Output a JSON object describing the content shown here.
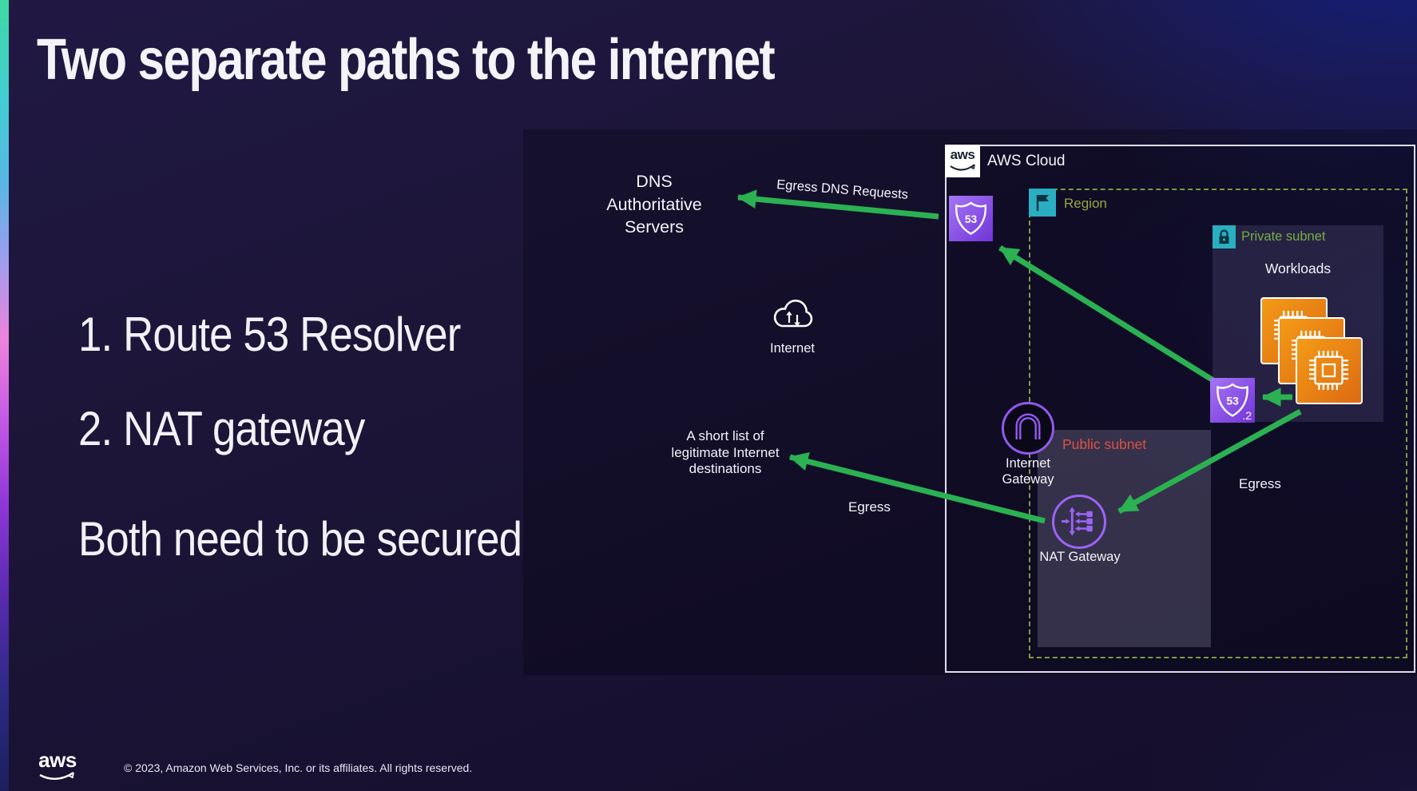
{
  "slide": {
    "title": "Two separate paths to the internet",
    "bullet_1": "1. Route 53 Resolver",
    "bullet_2": "2. NAT gateway",
    "statement": "Both need to be secured",
    "footer_logo_text": "aws",
    "footer_copyright": "© 2023, Amazon Web Services, Inc. or its affiliates. All rights reserved."
  },
  "diagram": {
    "aws_cloud": {
      "logo_text": "aws",
      "label": "AWS Cloud"
    },
    "region": {
      "label": "Region"
    },
    "private_subnet": {
      "label": "Private subnet",
      "workloads_label": "Workloads"
    },
    "public_subnet": {
      "label": "Public subnet"
    },
    "route53": {
      "shield_number": "53"
    },
    "resolver_endpoint": {
      "shield_number": "53",
      "suffix": ".2"
    },
    "internet_gateway_label": "Internet\nGateway",
    "nat_gateway_label": "NAT Gateway",
    "internet_label": "Internet",
    "dns_servers_label": "DNS\nAuthoritative\nServers",
    "short_list_label": "A short list of\nlegitimate Internet\ndestinations",
    "arrow_labels": {
      "egress_dns": "Egress DNS Requests",
      "egress_nat": "Egress",
      "egress_workloads": "Egress"
    }
  },
  "colors": {
    "arrow_green": "#2bb152",
    "aws_purple": "#9159ef",
    "icon_orange": "#e8821e",
    "subnet_teal": "#2aaec2",
    "region_green": "#93a83f",
    "private_subnet_green": "#77ad45",
    "public_subnet_red": "#dd5145",
    "corner_blue": "#15207d",
    "cloud_border": "#dfdcee"
  }
}
